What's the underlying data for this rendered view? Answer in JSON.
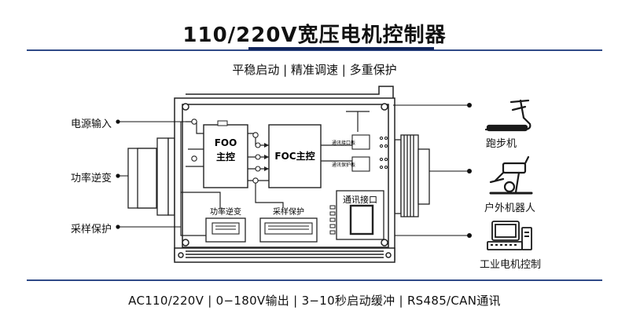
{
  "title": "110/220V宽压电机控制器",
  "subtitle": "平稳启动 | 精准调速 | 多重保护",
  "footer": "AC110/220V | 0−180V输出 | 3−10秒启动缓冲 | RS485/CAN通讯",
  "left_labels": [
    "电源输入",
    "功率逆变",
    "采样保护"
  ],
  "right_labels": [
    "跑步机",
    "户外机器人",
    "工业电机控制"
  ],
  "board": {
    "foo_line1": "FOO",
    "foo_line2": "主控",
    "foc_label": "FOC主控",
    "comm_port": "通讯接口",
    "power_inverter": "功率逆变",
    "sample_protect": "采样保护",
    "small_text_1": "通讯接口板",
    "small_text_2": "通讯保护板"
  },
  "colors": {
    "accent": "#2f4a87",
    "dark": "#12265c",
    "line": "#1a1a1a"
  },
  "icons": [
    "treadmill-icon",
    "exercise-bike-icon",
    "industrial-computer-icon"
  ]
}
